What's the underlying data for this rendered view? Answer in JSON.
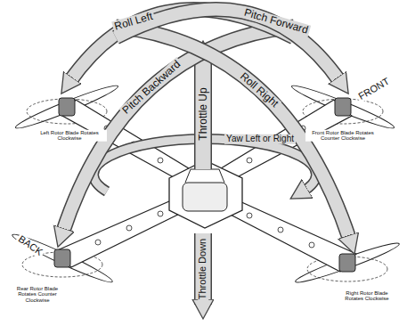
{
  "diagram": {
    "labels": [
      "Roll Left",
      "Pitch Forward",
      "Pitch Backward",
      "Roll Right",
      "Throttle Up",
      "Yaw Left or Right",
      "FRONT",
      "Front Rotor Blade Rotates Counter Clockwise",
      "Left Rotor Blade Rotates Clockwise",
      "Rear Rotor Blade Rotates Counter Clockwise",
      "BACK",
      "Right Rotor Blade Rotates Clockwise",
      "Throttle Down"
    ]
  }
}
